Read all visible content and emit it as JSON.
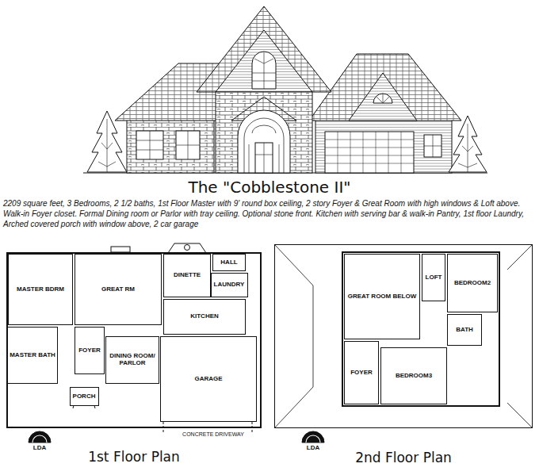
{
  "diagram": {
    "title": "The \"Cobblestone II\"",
    "caption": "2209 square feet, 3 Bedrooms, 2 1/2 baths, 1st Floor Master with 9' round box ceiling, 2 story Foyer & Great Room with high windows & Loft above. Walk-in Foyer closet. Formal Dining room or Parlor with tray ceiling. Optional stone front. Kitchen with serving bar & walk-in Pantry, 1st floor Laundry, Arched covered porch with window above, 2 car garage",
    "nodes": [
      {
        "text": [
          "1st Floor Plan"
        ]
      },
      {
        "text": [
          "MASTER BDRM"
        ],
        "in": 0
      },
      {
        "text": [
          "GREAT RM"
        ],
        "in": 0
      },
      {
        "text": [
          "DINETTE"
        ],
        "in": 0
      },
      {
        "text": [
          "HALL"
        ],
        "in": 0
      },
      {
        "text": [
          "LAUNDRY"
        ],
        "in": 0
      },
      {
        "text": [
          "KITCHEN"
        ],
        "in": 0
      },
      {
        "text": [
          "MASTER BATH"
        ],
        "in": 0
      },
      {
        "text": [
          "FOYER"
        ],
        "in": 0
      },
      {
        "text": [
          "DINING ROOM/ PARLOR"
        ],
        "in": 0
      },
      {
        "text": [
          "GARAGE"
        ],
        "in": 0
      },
      {
        "text": [
          "PORCH"
        ],
        "in": 0
      },
      {
        "text": [
          "2nd Floor Plan"
        ]
      },
      {
        "text": [
          "GREAT ROOM BELOW"
        ],
        "in": 12
      },
      {
        "text": [
          "LOFT"
        ],
        "in": 12
      },
      {
        "text": [
          "BEDROOM2"
        ],
        "in": 12
      },
      {
        "text": [
          "BATH"
        ],
        "in": 12
      },
      {
        "text": [
          "FOYER"
        ],
        "in": 12
      },
      {
        "text": [
          "BEDROOM3"
        ],
        "in": 12
      }
    ],
    "labels": [
      "CONCRETE DRIVEWAY",
      "LDA",
      "LDA"
    ]
  }
}
